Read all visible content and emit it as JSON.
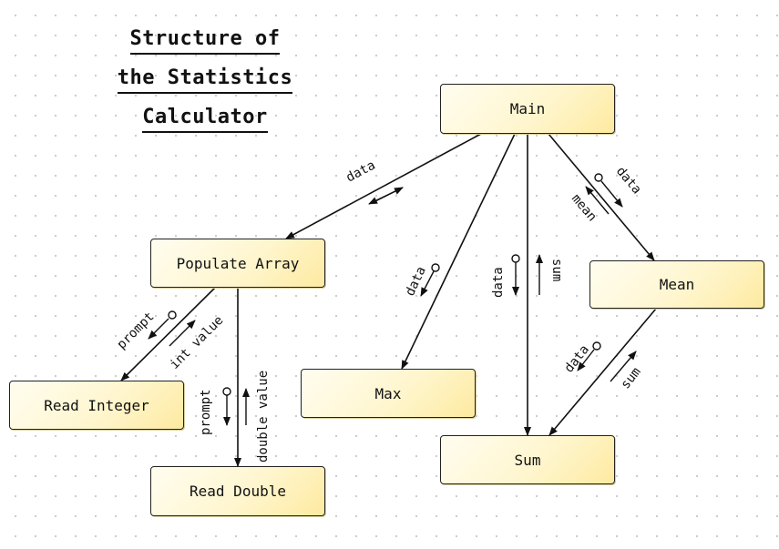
{
  "title": [
    "Structure of",
    "the Statistics",
    "Calculator"
  ],
  "nodes": {
    "main": "Main",
    "populate": "Populate Array",
    "max": "Max",
    "sum": "Sum",
    "mean": "Mean",
    "read_integer": "Read Integer",
    "read_double": "Read Double"
  },
  "labels": {
    "main_populate": "data",
    "main_max": "data",
    "main_sum_down": "data",
    "main_sum_up": "sum",
    "main_mean_down": "data",
    "main_mean_up": "mean",
    "mean_sum_down": "data",
    "mean_sum_up": "sum",
    "populate_int_down": "prompt",
    "populate_int_up": "int value",
    "populate_double_down": "prompt",
    "populate_double_up": "double value"
  }
}
